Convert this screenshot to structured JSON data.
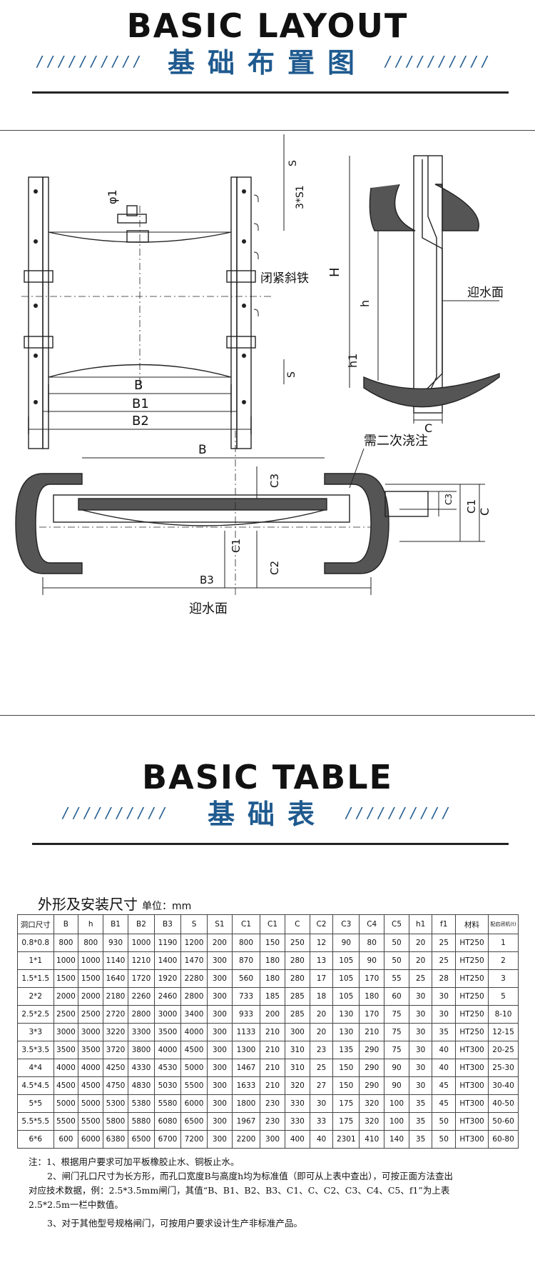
{
  "layout_section": {
    "title_en": "BASIC LAYOUT",
    "title_cn": "基础布置图",
    "slashes": "/ / / / / / / / / /"
  },
  "drawing_labels": {
    "phi1": "φ1",
    "s_top": "S",
    "s_3s1": "3*S1",
    "close_wedge": "闭紧斜铁",
    "b": "B",
    "b1": "B1",
    "b2": "B2",
    "s_bottom": "S",
    "h_big": "H",
    "h_small": "h",
    "h1": "h1",
    "water_face_side": "迎水面",
    "c_side": "C",
    "secondary_grout": "需二次浇注",
    "plan_b": "B",
    "plan_c3": "C3",
    "plan_c1": "C1",
    "plan_c2": "C2",
    "plan_b3": "B3",
    "plan_water_face": "迎水面",
    "detail_c3": "C3",
    "detail_c1": "C1",
    "detail_c": "C"
  },
  "table_section": {
    "title_en": "BASIC TABLE",
    "title_cn": "基础表",
    "slashes": "/ / / / / / / / / /",
    "caption": "外形及安装尺寸",
    "unit": "单位：mm"
  },
  "table": {
    "headers": [
      "洞口尺寸",
      "B",
      "h",
      "B1",
      "B2",
      "B3",
      "S",
      "S1",
      "C1",
      "C1",
      "C",
      "C2",
      "C3",
      "C4",
      "C5",
      "h1",
      "f1",
      "材料",
      "配启闭机(t)"
    ],
    "rows": [
      [
        "0.8*0.8",
        "800",
        "800",
        "930",
        "1000",
        "1190",
        "1200",
        "200",
        "800",
        "150",
        "250",
        "12",
        "90",
        "80",
        "50",
        "20",
        "25",
        "HT250",
        "1"
      ],
      [
        "1*1",
        "1000",
        "1000",
        "1140",
        "1210",
        "1400",
        "1470",
        "300",
        "870",
        "180",
        "280",
        "13",
        "105",
        "90",
        "50",
        "20",
        "25",
        "HT250",
        "2"
      ],
      [
        "1.5*1.5",
        "1500",
        "1500",
        "1640",
        "1720",
        "1920",
        "2280",
        "300",
        "560",
        "180",
        "280",
        "17",
        "105",
        "170",
        "55",
        "25",
        "28",
        "HT250",
        "3"
      ],
      [
        "2*2",
        "2000",
        "2000",
        "2180",
        "2260",
        "2460",
        "2800",
        "300",
        "733",
        "185",
        "285",
        "18",
        "105",
        "180",
        "60",
        "30",
        "30",
        "HT250",
        "5"
      ],
      [
        "2.5*2.5",
        "2500",
        "2500",
        "2720",
        "2800",
        "3000",
        "3400",
        "300",
        "933",
        "200",
        "285",
        "20",
        "130",
        "170",
        "75",
        "30",
        "30",
        "HT250",
        "8-10"
      ],
      [
        "3*3",
        "3000",
        "3000",
        "3220",
        "3300",
        "3500",
        "4000",
        "300",
        "1133",
        "210",
        "300",
        "20",
        "130",
        "210",
        "75",
        "30",
        "35",
        "HT250",
        "12-15"
      ],
      [
        "3.5*3.5",
        "3500",
        "3500",
        "3720",
        "3800",
        "4000",
        "4500",
        "300",
        "1300",
        "210",
        "310",
        "23",
        "135",
        "290",
        "75",
        "30",
        "40",
        "HT300",
        "20-25"
      ],
      [
        "4*4",
        "4000",
        "4000",
        "4250",
        "4330",
        "4530",
        "5000",
        "300",
        "1467",
        "210",
        "310",
        "25",
        "150",
        "290",
        "90",
        "30",
        "40",
        "HT300",
        "25-30"
      ],
      [
        "4.5*4.5",
        "4500",
        "4500",
        "4750",
        "4830",
        "5030",
        "5500",
        "300",
        "1633",
        "210",
        "320",
        "27",
        "150",
        "290",
        "90",
        "30",
        "45",
        "HT300",
        "30-40"
      ],
      [
        "5*5",
        "5000",
        "5000",
        "5300",
        "5380",
        "5580",
        "6000",
        "300",
        "1800",
        "230",
        "330",
        "30",
        "175",
        "320",
        "100",
        "35",
        "45",
        "HT300",
        "40-50"
      ],
      [
        "5.5*5.5",
        "5500",
        "5500",
        "5800",
        "5880",
        "6080",
        "6500",
        "300",
        "1967",
        "230",
        "330",
        "33",
        "175",
        "320",
        "100",
        "35",
        "50",
        "HT300",
        "50-60"
      ],
      [
        "6*6",
        "600",
        "6000",
        "6380",
        "6500",
        "6700",
        "7200",
        "300",
        "2200",
        "300",
        "400",
        "40",
        "2301",
        "410",
        "140",
        "35",
        "50",
        "HT300",
        "60-80"
      ]
    ]
  },
  "notes": {
    "n1": "注：1、根据用户要求可加平板橡胶止水、铜板止水。",
    "n2a": "2、闸门孔口尺寸为长方形，而孔口宽度B与高度h均为标准值（即可从上表中查出），可按正面方法查出",
    "n2b": "对应技术数据，例：2.5*3.5mm闸门，其值“B、B1、B2、B3、C1、C、C2、C3、C4、C5、f1”为上表",
    "n2c": "2.5*2.5m一栏中数值。",
    "n3": "3、对于其他型号规格闸门，可按用户要求设计生产非标准产品。"
  }
}
